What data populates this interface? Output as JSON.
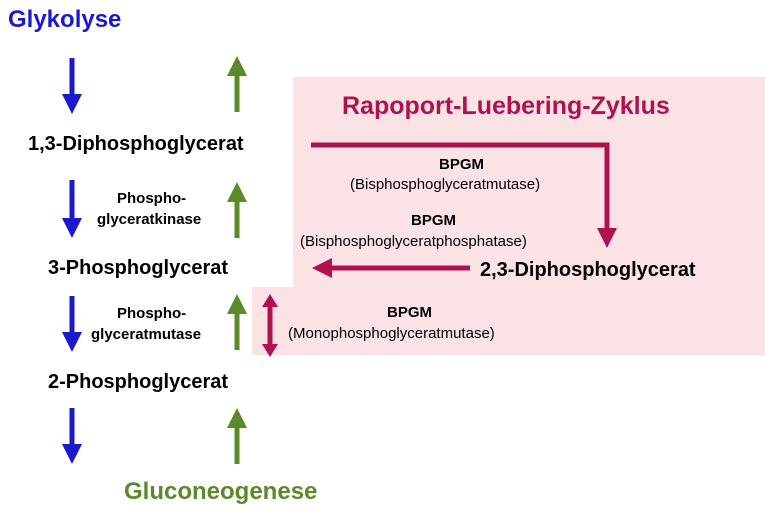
{
  "title": "Glykolyse",
  "bottom_label": "Gluconeogenese",
  "cycle_title": "Rapoport-Luebering-Zyklus",
  "metabolites": {
    "m13": "1,3-Diphosphoglycerat",
    "m3": "3-Phosphoglycerat",
    "m2": "2-Phosphoglycerat",
    "m23": "2,3-Diphosphoglycerat"
  },
  "enzymes": {
    "kinase_line1": "Phospho-",
    "kinase_line2": "glyceratkinase",
    "mutase_line1": "Phospho-",
    "mutase_line2": "glyceratmutase",
    "bpgm1_name": "BPGM",
    "bpgm1_desc": "(Bisphosphoglyceratmutase)",
    "bpgm2_name": "BPGM",
    "bpgm2_desc": "(Bisphosphoglyceratphosphatase)",
    "bpgm3_name": "BPGM",
    "bpgm3_desc": "(Monophosphoglyceratmutase)"
  },
  "colors": {
    "glycolysis": "#1a1acc",
    "gluconeogenesis": "#5a8a2a",
    "cycle": "#b0124f",
    "cycle_bg": "#fbe3e5"
  }
}
